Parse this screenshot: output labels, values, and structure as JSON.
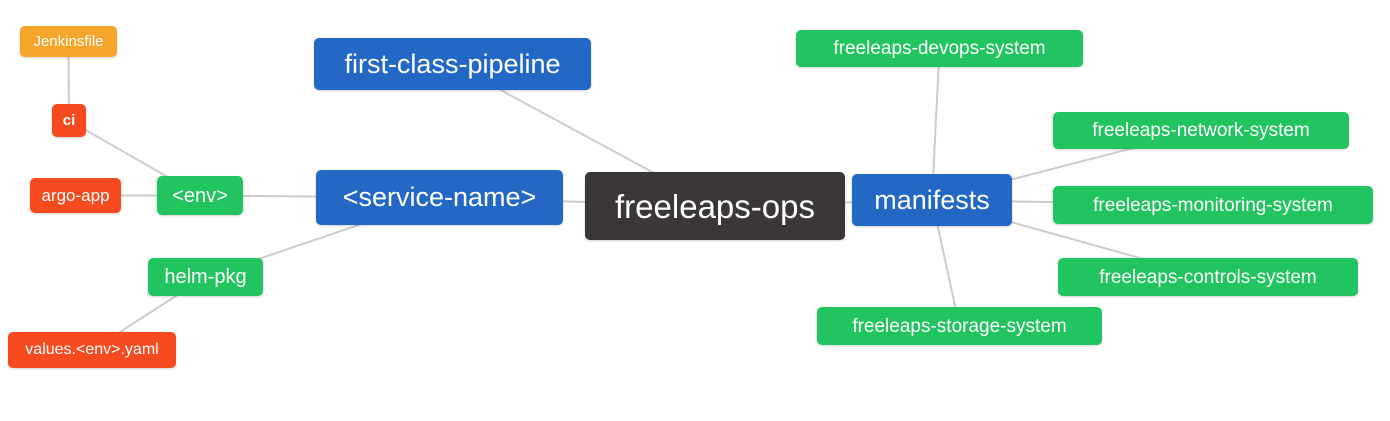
{
  "diagram": {
    "title": "freeleaps-ops mind map",
    "root_label": "freeleaps-ops"
  },
  "palette": {
    "root": "#3b3737",
    "branch": "#2368c4",
    "leaf_green": "#21c45e",
    "leaf_red": "#f74a1e",
    "leaf_orange": "#f6a52b",
    "edge": "#cccccc",
    "text": "#ffffff",
    "background": "#ffffff"
  },
  "nodes": [
    {
      "id": "freeleaps-ops",
      "label": "freeleaps-ops",
      "type": "root"
    },
    {
      "id": "first-class-pipeline",
      "label": "first-class-pipeline",
      "type": "branch"
    },
    {
      "id": "service-name",
      "label": "<service-name>",
      "type": "branch"
    },
    {
      "id": "manifests",
      "label": "manifests",
      "type": "branch"
    },
    {
      "id": "env",
      "label": "<env>",
      "type": "leaf_green"
    },
    {
      "id": "helm-pkg",
      "label": "helm-pkg",
      "type": "leaf_green"
    },
    {
      "id": "ci",
      "label": "ci",
      "type": "leaf_red"
    },
    {
      "id": "argo-app",
      "label": "argo-app",
      "type": "leaf_red"
    },
    {
      "id": "jenkinsfile",
      "label": "Jenkinsfile",
      "type": "leaf_orange"
    },
    {
      "id": "values-env-yaml",
      "label": "values.<env>.yaml",
      "type": "leaf_red"
    },
    {
      "id": "freeleaps-devops-system",
      "label": "freeleaps-devops-system",
      "type": "leaf_green"
    },
    {
      "id": "freeleaps-network-system",
      "label": "freeleaps-network-system",
      "type": "leaf_green"
    },
    {
      "id": "freeleaps-monitoring-system",
      "label": "freeleaps-monitoring-system",
      "type": "leaf_green"
    },
    {
      "id": "freeleaps-controls-system",
      "label": "freeleaps-controls-system",
      "type": "leaf_green"
    },
    {
      "id": "freeleaps-storage-system",
      "label": "freeleaps-storage-system",
      "type": "leaf_green"
    }
  ],
  "edges": [
    {
      "from": "freeleaps-ops",
      "to": "first-class-pipeline"
    },
    {
      "from": "freeleaps-ops",
      "to": "service-name"
    },
    {
      "from": "freeleaps-ops",
      "to": "manifests"
    },
    {
      "from": "service-name",
      "to": "env"
    },
    {
      "from": "service-name",
      "to": "helm-pkg"
    },
    {
      "from": "env",
      "to": "ci"
    },
    {
      "from": "env",
      "to": "argo-app"
    },
    {
      "from": "ci",
      "to": "jenkinsfile"
    },
    {
      "from": "helm-pkg",
      "to": "values-env-yaml"
    },
    {
      "from": "manifests",
      "to": "freeleaps-devops-system"
    },
    {
      "from": "manifests",
      "to": "freeleaps-network-system"
    },
    {
      "from": "manifests",
      "to": "freeleaps-monitoring-system"
    },
    {
      "from": "manifests",
      "to": "freeleaps-controls-system"
    },
    {
      "from": "manifests",
      "to": "freeleaps-storage-system"
    }
  ]
}
